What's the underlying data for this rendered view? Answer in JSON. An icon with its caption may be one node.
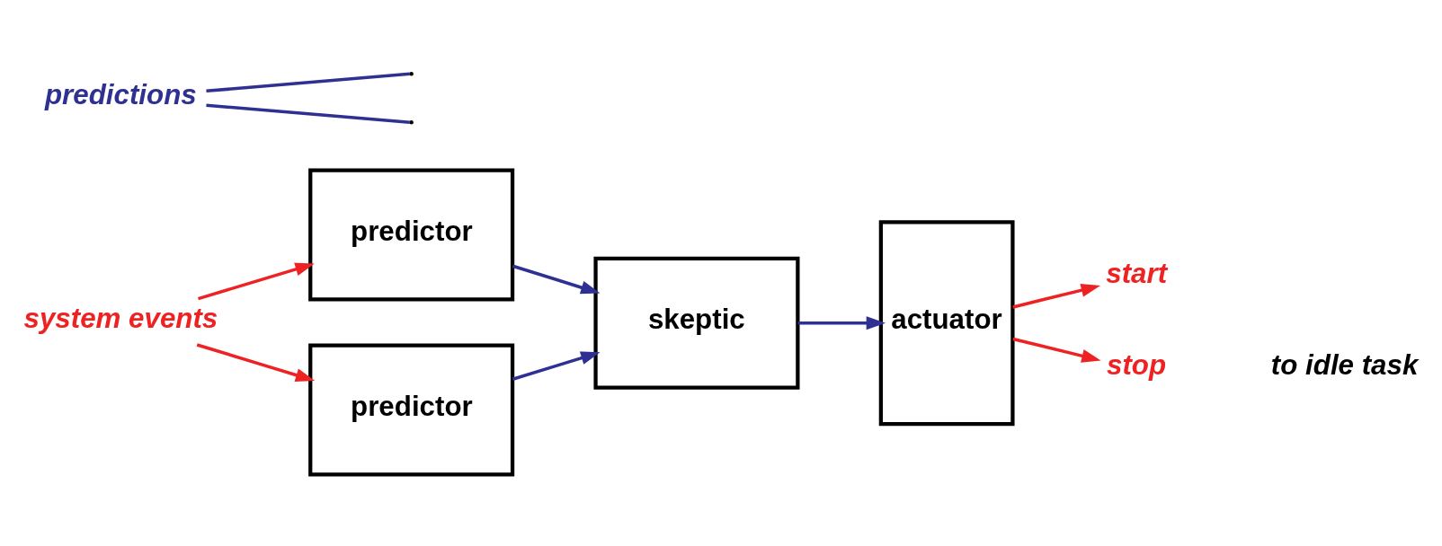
{
  "diagram": {
    "nodes": [
      {
        "text": [
          "system events"
        ]
      },
      {
        "text": [
          "predictor"
        ]
      },
      {
        "text": [
          "predictor"
        ]
      },
      {
        "text": [
          "skeptic"
        ]
      },
      {
        "text": [
          "actuator"
        ]
      },
      {
        "text": [
          "start"
        ]
      },
      {
        "text": [
          "stop"
        ]
      },
      {
        "text": [
          "predictions"
        ]
      }
    ],
    "edges": [
      {
        "from": 0,
        "to": 1,
        "arrow": "to",
        "color": "#ee2222"
      },
      {
        "from": 0,
        "to": 2,
        "arrow": "to",
        "color": "#ee2222"
      },
      {
        "from": 1,
        "to": 3,
        "arrow": "to",
        "color": "#2e3192"
      },
      {
        "from": 2,
        "to": 3,
        "arrow": "to",
        "color": "#2e3192"
      },
      {
        "from": 3,
        "to": 4,
        "arrow": "to",
        "color": "#2e3192"
      },
      {
        "from": 4,
        "to": 5,
        "arrow": "to",
        "color": "#ee2222"
      },
      {
        "from": 4,
        "to": 6,
        "arrow": "to",
        "color": "#ee2222"
      },
      {
        "from": 7,
        "to": null,
        "arrow": "none",
        "color": "#2e3192"
      },
      {
        "from": 7,
        "to": null,
        "arrow": "none",
        "color": "#2e3192"
      }
    ],
    "labels": [
      "to idle task"
    ]
  }
}
